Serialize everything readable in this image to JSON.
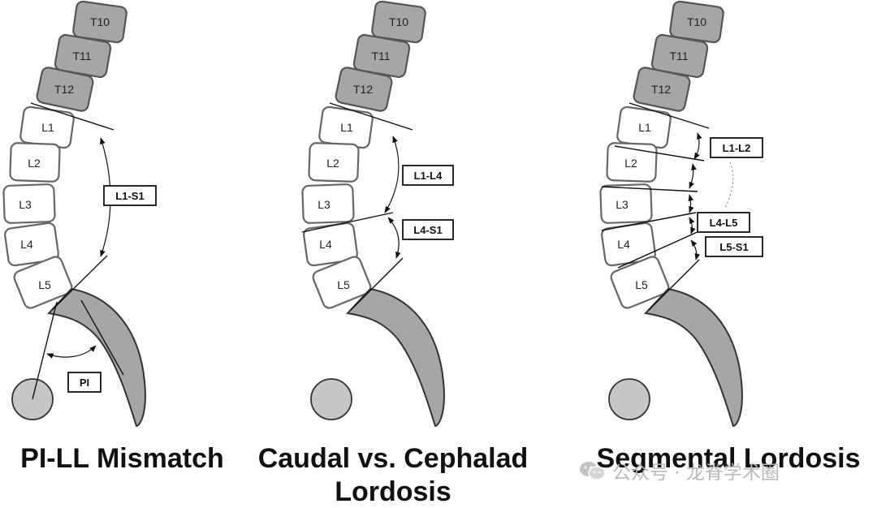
{
  "panels": [
    {
      "id": "pi-ll",
      "title": "PI-LL Mismatch",
      "title_line2": "",
      "thoracic": [
        "T10",
        "T11",
        "T12"
      ],
      "lumbar": [
        "L1",
        "L2",
        "L3",
        "L4",
        "L5"
      ],
      "angle_labels": [
        "L1-S1"
      ],
      "pelvic_label": "PI"
    },
    {
      "id": "caudal-cephalad",
      "title": "Caudal vs. Cephalad",
      "title_line2": "Lordosis",
      "thoracic": [
        "T10",
        "T11",
        "T12"
      ],
      "lumbar": [
        "L1",
        "L2",
        "L3",
        "L4",
        "L5"
      ],
      "angle_labels": [
        "L1-L4",
        "L4-S1"
      ],
      "pelvic_label": ""
    },
    {
      "id": "segmental",
      "title": "Segmental Lordosis",
      "title_line2": "",
      "thoracic": [
        "T10",
        "T11",
        "T12"
      ],
      "lumbar": [
        "L1",
        "L2",
        "L3",
        "L4",
        "L5"
      ],
      "angle_labels": [
        "L1-L2",
        "L4-L5",
        "L5-S1"
      ],
      "pelvic_label": ""
    }
  ],
  "watermark": "公众号 · 龙脊学术圈",
  "colors": {
    "thoracic_fill": "#a6a6a6",
    "sacrum_fill": "#a6a6a6",
    "femoral_head_fill": "#c6c6c6",
    "lumbar_fill": "#ffffff",
    "outline": "#555555"
  }
}
